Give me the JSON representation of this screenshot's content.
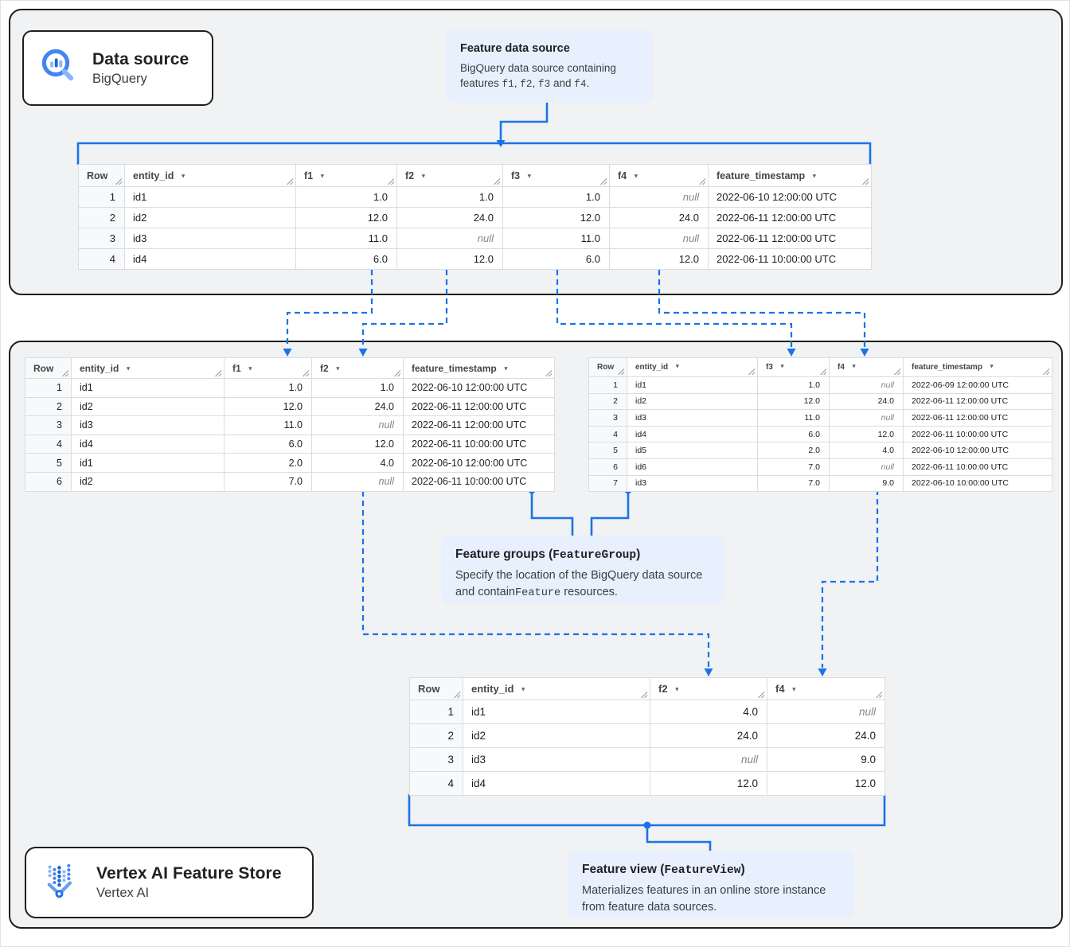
{
  "colors": {
    "accent_blue": "#1a73e8",
    "callout_background": "#e8f0fe",
    "section_background": "#f0f2f3",
    "table_border": "#dadce0",
    "null_text": "#80868b"
  },
  "cards": {
    "data_source": {
      "title": "Data source",
      "subtitle": "BigQuery"
    },
    "feature_store": {
      "title": "Vertex AI Feature Store",
      "subtitle": "Vertex AI"
    }
  },
  "callouts": {
    "feature_data_source": {
      "title": "Feature data source",
      "body_parts": [
        {
          "t": "BigQuery data source containing features "
        },
        {
          "t": "f1",
          "mono": true
        },
        {
          "t": ", "
        },
        {
          "t": "f2",
          "mono": true
        },
        {
          "t": ", "
        },
        {
          "t": "f3",
          "mono": true
        },
        {
          "t": " and "
        },
        {
          "t": "f4",
          "mono": true
        },
        {
          "t": "."
        }
      ]
    },
    "feature_groups": {
      "title_parts": [
        {
          "t": "Feature groups ("
        },
        {
          "t": "FeatureGroup",
          "mono": true
        },
        {
          "t": ")"
        }
      ],
      "body_parts": [
        {
          "t": "Specify the location of the BigQuery data source and contain"
        },
        {
          "t": "Feature",
          "mono": true
        },
        {
          "t": " resources."
        }
      ]
    },
    "feature_view": {
      "title_parts": [
        {
          "t": "Feature view ("
        },
        {
          "t": "FeatureView",
          "mono": true
        },
        {
          "t": ")"
        }
      ],
      "body_parts": [
        {
          "t": "Materializes features in an online store instance from feature data sources."
        }
      ]
    }
  },
  "tables": {
    "source": {
      "columns": [
        {
          "label": "Row",
          "align": "right"
        },
        {
          "label": "entity_id",
          "sortable": true,
          "align": "left"
        },
        {
          "label": "f1",
          "sortable": true,
          "align": "right"
        },
        {
          "label": "f2",
          "sortable": true,
          "align": "right"
        },
        {
          "label": "f3",
          "sortable": true,
          "align": "right"
        },
        {
          "label": "f4",
          "sortable": true,
          "align": "right"
        },
        {
          "label": "feature_timestamp",
          "sortable": true,
          "align": "left"
        }
      ],
      "rows": [
        [
          "1",
          "id1",
          "1.0",
          "1.0",
          "1.0",
          "null",
          "2022-06-10 12:00:00 UTC"
        ],
        [
          "2",
          "id2",
          "12.0",
          "24.0",
          "12.0",
          "24.0",
          "2022-06-11 12:00:00 UTC"
        ],
        [
          "3",
          "id3",
          "11.0",
          "null",
          "11.0",
          "null",
          "2022-06-11 12:00:00 UTC"
        ],
        [
          "4",
          "id4",
          "6.0",
          "12.0",
          "6.0",
          "12.0",
          "2022-06-11 10:00:00 UTC"
        ]
      ]
    },
    "group_left": {
      "columns": [
        {
          "label": "Row",
          "align": "right"
        },
        {
          "label": "entity_id",
          "sortable": true,
          "align": "left"
        },
        {
          "label": "f1",
          "sortable": true,
          "align": "right"
        },
        {
          "label": "f2",
          "sortable": true,
          "align": "right"
        },
        {
          "label": "feature_timestamp",
          "sortable": true,
          "align": "left"
        }
      ],
      "rows": [
        [
          "1",
          "id1",
          "1.0",
          "1.0",
          "2022-06-10 12:00:00 UTC"
        ],
        [
          "2",
          "id2",
          "12.0",
          "24.0",
          "2022-06-11 12:00:00 UTC"
        ],
        [
          "3",
          "id3",
          "11.0",
          "null",
          "2022-06-11 12:00:00 UTC"
        ],
        [
          "4",
          "id4",
          "6.0",
          "12.0",
          "2022-06-11 10:00:00 UTC"
        ],
        [
          "5",
          "id1",
          "2.0",
          "4.0",
          "2022-06-10 12:00:00 UTC"
        ],
        [
          "6",
          "id2",
          "7.0",
          "null",
          "2022-06-11 10:00:00 UTC"
        ]
      ]
    },
    "group_right": {
      "columns": [
        {
          "label": "Row",
          "align": "right"
        },
        {
          "label": "entity_id",
          "sortable": true,
          "align": "left"
        },
        {
          "label": "f3",
          "sortable": true,
          "align": "right"
        },
        {
          "label": "f4",
          "sortable": true,
          "align": "right"
        },
        {
          "label": "feature_timestamp",
          "sortable": true,
          "align": "left"
        }
      ],
      "rows": [
        [
          "1",
          "id1",
          "1.0",
          "null",
          "2022-06-09 12:00:00 UTC"
        ],
        [
          "2",
          "id2",
          "12.0",
          "24.0",
          "2022-06-11 12:00:00 UTC"
        ],
        [
          "3",
          "id3",
          "11.0",
          "null",
          "2022-06-11 12:00:00 UTC"
        ],
        [
          "4",
          "id4",
          "6.0",
          "12.0",
          "2022-06-11 10:00:00 UTC"
        ],
        [
          "5",
          "id5",
          "2.0",
          "4.0",
          "2022-06-10 12:00:00 UTC"
        ],
        [
          "6",
          "id6",
          "7.0",
          "null",
          "2022-06-11 10:00:00 UTC"
        ],
        [
          "7",
          "id3",
          "7.0",
          "9.0",
          "2022-06-10 10:00:00 UTC"
        ]
      ]
    },
    "view": {
      "columns": [
        {
          "label": "Row",
          "align": "right"
        },
        {
          "label": "entity_id",
          "sortable": true,
          "align": "left"
        },
        {
          "label": "f2",
          "sortable": true,
          "align": "right"
        },
        {
          "label": "f4",
          "sortable": true,
          "align": "right"
        }
      ],
      "rows": [
        [
          "1",
          "id1",
          "4.0",
          "null"
        ],
        [
          "2",
          "id2",
          "24.0",
          "24.0"
        ],
        [
          "3",
          "id3",
          "null",
          "9.0"
        ],
        [
          "4",
          "id4",
          "12.0",
          "12.0"
        ]
      ]
    }
  }
}
